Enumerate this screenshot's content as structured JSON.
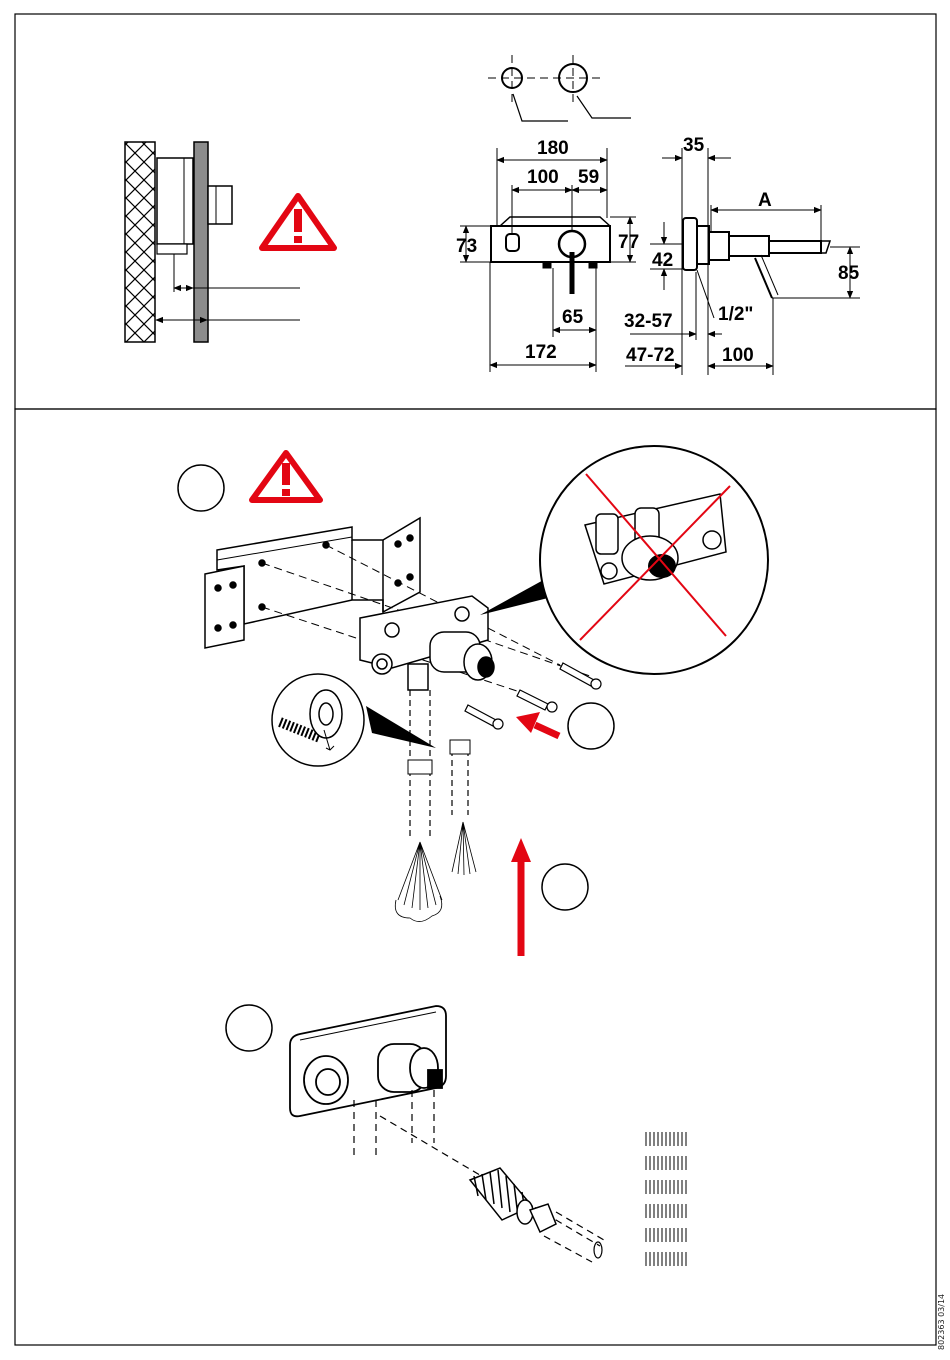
{
  "dimensions": {
    "d180": "180",
    "d100": "100",
    "d59": "59",
    "d73": "73",
    "d77": "77",
    "d65": "65",
    "d172": "172",
    "d35": "35",
    "dA": "A",
    "d42": "42",
    "d85": "85",
    "d3257": "32-57",
    "d12": "1/2\"",
    "d4772": "47-72",
    "d100b": "100"
  },
  "doc_code": "802363 03/14",
  "colors": {
    "warning_red": "#e30613",
    "line": "#000000",
    "panel_grey": "#8c8c8c"
  }
}
